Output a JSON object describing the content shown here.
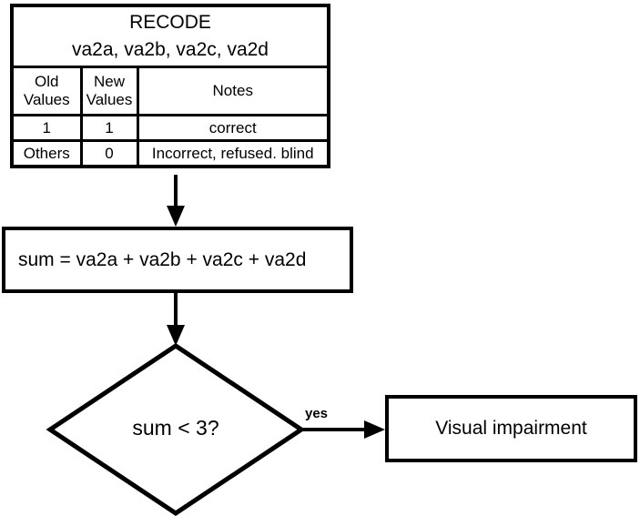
{
  "colors": {
    "stroke": "#000000",
    "background": "#ffffff",
    "text": "#000000"
  },
  "recode_table": {
    "title": "RECODE",
    "subtitle": "va2a, va2b, va2c, va2d",
    "columns": [
      "Old Values",
      "New Values",
      "Notes"
    ],
    "rows": [
      {
        "old_value": "1",
        "new_value": "1",
        "notes": "correct"
      },
      {
        "old_value": "Others",
        "new_value": "0",
        "notes": "Incorrect, refused. blind"
      }
    ]
  },
  "sum_box": {
    "label": "sum = va2a + va2b + va2c + va2d"
  },
  "decision_diamond": {
    "label": "sum < 3?"
  },
  "edges": {
    "yes_label": "yes"
  },
  "result_box": {
    "label": "Visual impairment"
  }
}
